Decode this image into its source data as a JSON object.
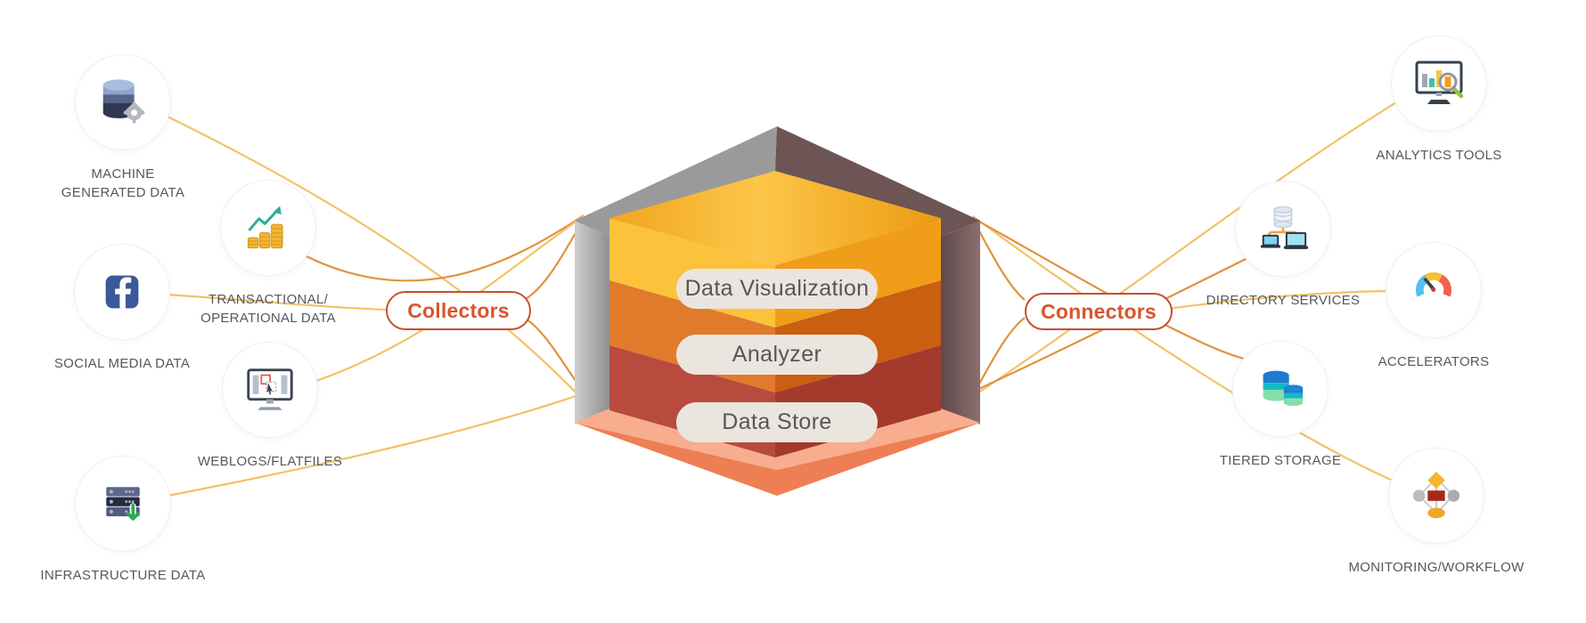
{
  "diagram_title": "Data platform collectors and connectors diagram",
  "sources": [
    {
      "id": "machine-generated-data",
      "icon": "database-gear-icon",
      "label": "MACHINE\nGENERATED DATA"
    },
    {
      "id": "transactional-operational-data",
      "icon": "coins-growth-icon",
      "label": "TRANSACTIONAL/\nOPERATIONAL DATA"
    },
    {
      "id": "social-media-data",
      "icon": "facebook-icon",
      "label": "SOCIAL MEDIA DATA"
    },
    {
      "id": "weblogs-flatfiles",
      "icon": "webpage-monitor-icon",
      "label": "WEBLOGS/FLATFILES"
    },
    {
      "id": "infrastructure-data",
      "icon": "server-download-icon",
      "label": "INFRASTRUCTURE DATA"
    }
  ],
  "destinations": [
    {
      "id": "analytics-tools",
      "icon": "chart-magnifier-icon",
      "label": "ANALYTICS TOOLS"
    },
    {
      "id": "directory-services",
      "icon": "network-database-icon",
      "label": "DIRECTORY SERVICES"
    },
    {
      "id": "accelerators",
      "icon": "gauge-icon",
      "label": "ACCELERATORS"
    },
    {
      "id": "tiered-storage",
      "icon": "storage-disks-icon",
      "label": "TIERED STORAGE"
    },
    {
      "id": "monitoring-workflow",
      "icon": "flowchart-icon",
      "label": "MONITORING/WORKFLOW"
    }
  ],
  "hubs": {
    "collectors": {
      "label": "Collectors"
    },
    "connectors": {
      "label": "Connectors"
    }
  },
  "platform": {
    "layers": [
      {
        "label": "Data Visualization"
      },
      {
        "label": "Analyzer"
      },
      {
        "label": "Data Store"
      }
    ]
  },
  "colors": {
    "hub_border": "#c64f2f",
    "hub_text": "#d9542d",
    "line_yellow": "#f2c266",
    "line_orange": "#e2913f",
    "caption_text": "#56565e",
    "layer_pill_bg": "#ebe5df",
    "cube_top": "#fcc648",
    "cube_layer1": "#fcc23c",
    "cube_layer2": "#e17b2b",
    "cube_layer3": "#b84b3d",
    "cube_base": "#ee7e53",
    "shell_gray": "#9a9a9a",
    "shell_mauve": "#6d5455"
  }
}
